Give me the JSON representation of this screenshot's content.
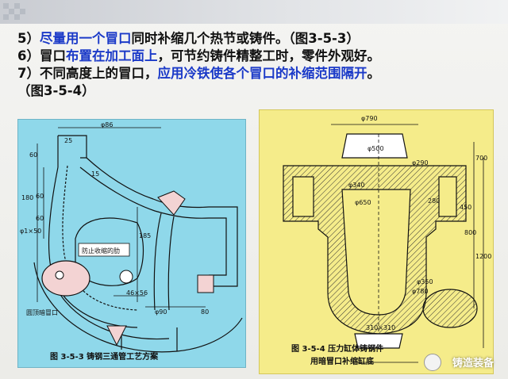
{
  "slide": {
    "lines": [
      {
        "parts": [
          {
            "text": "5）",
            "color": "black"
          },
          {
            "text": "尽量用一个冒口",
            "color": "blue"
          },
          {
            "text": "同时补缩几个热节或铸件。（图3-5-3）",
            "color": "black"
          }
        ]
      },
      {
        "parts": [
          {
            "text": "6）冒口",
            "color": "black"
          },
          {
            "text": "布置在加工面上",
            "color": "blue"
          },
          {
            "text": "，可节约铸件精整工时，零件外观好。",
            "color": "black"
          }
        ]
      },
      {
        "parts": [
          {
            "text": "7）不同高度上的冒口，",
            "color": "black"
          },
          {
            "text": "应用冷铁使各个冒口的补缩范围隔开",
            "color": "blue"
          },
          {
            "text": "。",
            "color": "black"
          }
        ]
      },
      {
        "parts": [
          {
            "text": "（图3-5-4）",
            "color": "black"
          }
        ]
      }
    ]
  },
  "figure_left": {
    "caption": "图 3-5-3    铸钢三通管工艺方案",
    "labels": {
      "dim_top": "φ86",
      "dim_25": "25",
      "dim_60": "60",
      "dim_15": "15",
      "dim_180": "180",
      "dim_60b": "60",
      "dim_60c": "60",
      "dim_phi50": "φ1×50",
      "dim_185": "185",
      "dim_46": "46×56",
      "dim_phi90": "φ90",
      "dim_80": "80",
      "rib": "防止收缩的肋",
      "riser": "圆顶暗冒口"
    }
  },
  "figure_right": {
    "caption_1": "图 3-5-4    压力缸体铸钢件",
    "caption_2": "用暗冒口补缩缸底",
    "labels": {
      "d790": "φ790",
      "d500": "φ500",
      "d700": "700",
      "d290": "φ290",
      "d340": "φ340",
      "d650": "φ650",
      "d280": "280",
      "d450": "450",
      "d350": "φ350",
      "d780": "φ780",
      "d310": "310×310",
      "d1200": "1200",
      "d800": "800"
    }
  },
  "watermark": {
    "text": "铸造装备"
  }
}
